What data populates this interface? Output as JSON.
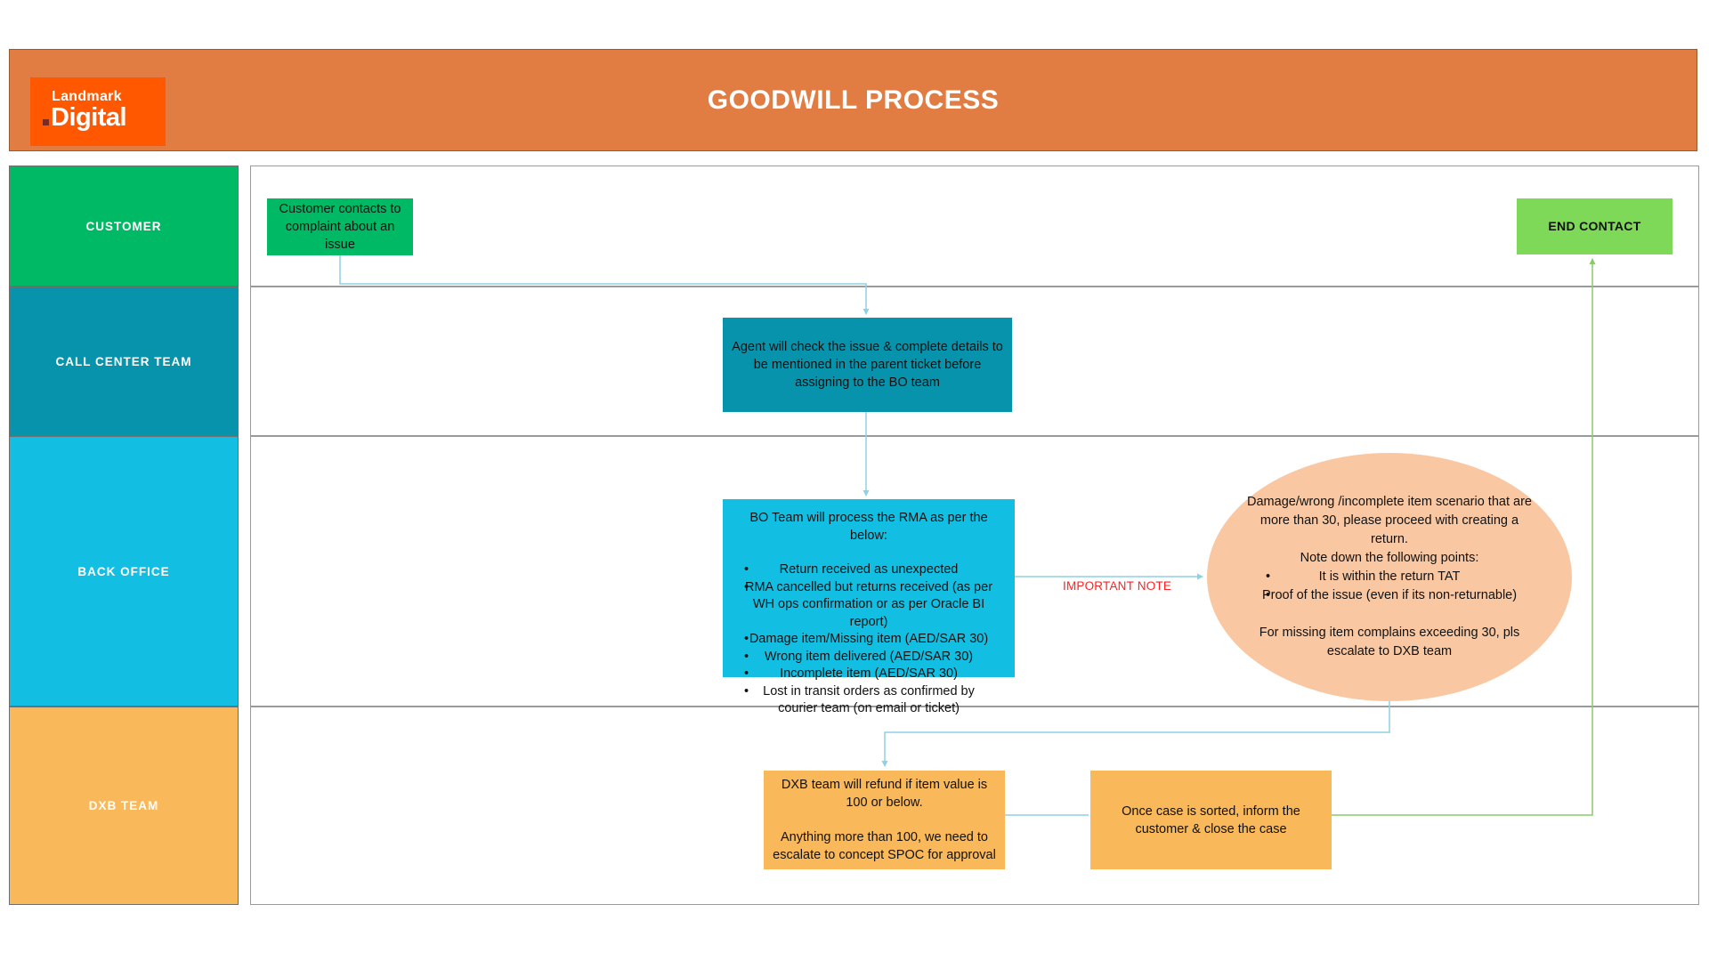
{
  "header": {
    "logo_line1": "Landmark",
    "logo_line2": "Digital",
    "title": "GOODWILL PROCESS"
  },
  "lanes": [
    {
      "label": "CUSTOMER",
      "color": "#00B964"
    },
    {
      "label": "CALL CENTER TEAM",
      "color": "#0793AB"
    },
    {
      "label": "BACK OFFICE",
      "color": "#12BFE2"
    },
    {
      "label": "DXB TEAM",
      "color": "#F9B859"
    }
  ],
  "nodes": {
    "customer_contact": {
      "text": "Customer contacts to complaint about an issue"
    },
    "end_contact": {
      "text": "END CONTACT",
      "color": "#7FD958"
    },
    "agent_check": {
      "text": "Agent will check the issue & complete details to be mentioned in the parent ticket before assigning to the BO team"
    },
    "bo_process": {
      "title": "BO Team will process the RMA as per the below:",
      "bullets": [
        "Return received as unexpected",
        "RMA cancelled but returns received (as per WH ops confirmation or as per Oracle BI report)",
        "Damage item/Missing item (AED/SAR 30)",
        "Wrong item delivered (AED/SAR 30)",
        "Incomplete item (AED/SAR 30)",
        "Lost in transit orders as confirmed by courier team (on email or ticket)"
      ]
    },
    "note_ellipse": {
      "line1": "Damage/wrong /incomplete item scenario that are more than 30, please proceed with creating a return.",
      "line2": "Note down the following points:",
      "bullets": [
        "It is within the return TAT",
        "Proof of the issue (even if its non-returnable)"
      ],
      "footer": "For missing item complains exceeding 30, pls escalate to DXB team",
      "color": "#F9C8A2"
    },
    "dxb_refund": {
      "para1": "DXB team will refund if item value is 100 or below.",
      "para2": "Anything more than 100, we need to escalate to concept SPOC for approval"
    },
    "dxb_close": {
      "text": "Once case is sorted, inform the customer & close the case"
    }
  },
  "labels": {
    "important_note": "IMPORTANT NOTE"
  },
  "colors": {
    "header_bg": "#E17C42",
    "logo_bg": "#FF5800",
    "connector_cyan": "#8ED2E2",
    "connector_green": "#8CCB6B",
    "important_note_red": "#FF2121"
  }
}
